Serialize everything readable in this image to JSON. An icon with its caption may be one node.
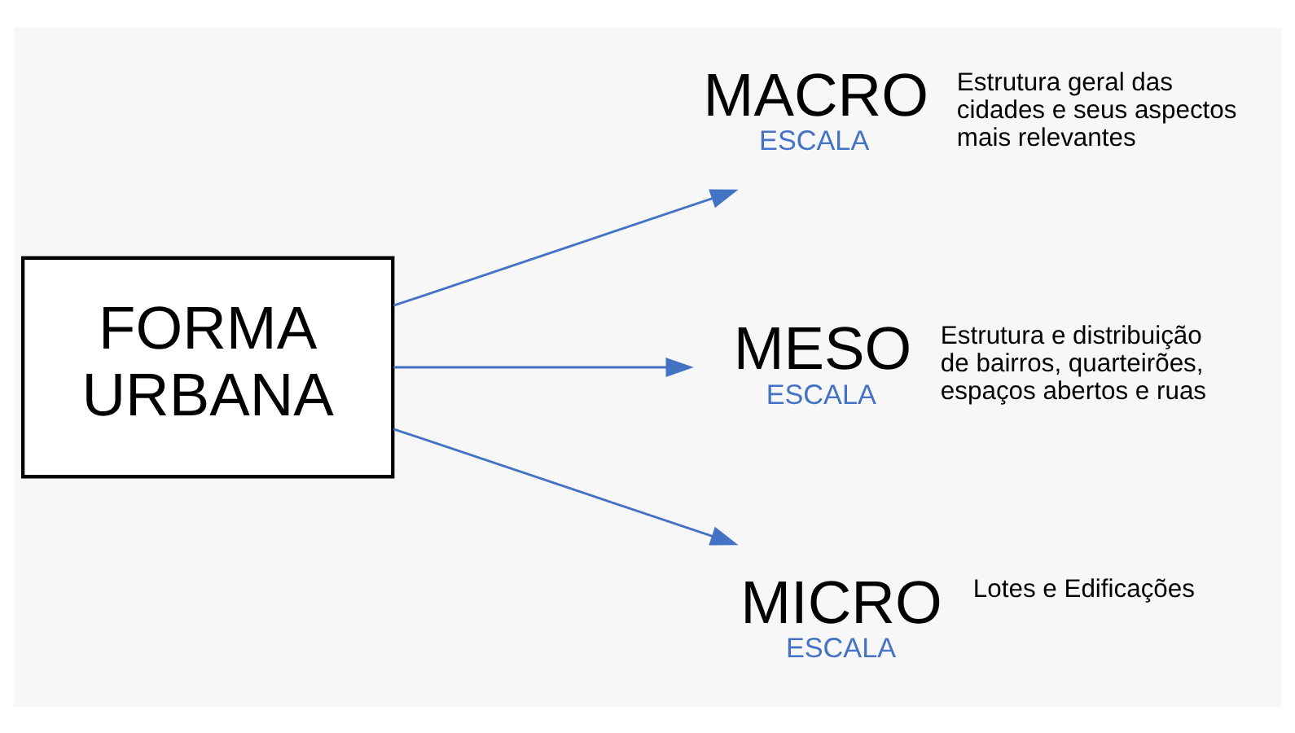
{
  "diagram": {
    "nodes": [
      {
        "text": [
          "FORMA URBANA"
        ]
      },
      {
        "text": [
          "MACRO",
          "ESCALA"
        ],
        "beside": [
          "Estrutura geral das cidades e seus aspectos mais relevantes"
        ]
      },
      {
        "text": [
          "MESO",
          "ESCALA"
        ],
        "beside": [
          "Estrutura e distribuição de bairros, quarteirões, espaços abertos e ruas"
        ]
      },
      {
        "text": [
          "MICRO",
          "ESCALA"
        ],
        "beside": [
          "Lotes e Edificações"
        ]
      }
    ],
    "edges": [
      {
        "from": 0,
        "to": 1,
        "arrow": "to"
      },
      {
        "from": 0,
        "to": 2,
        "arrow": "to"
      },
      {
        "from": 0,
        "to": 3,
        "arrow": "to"
      }
    ]
  }
}
